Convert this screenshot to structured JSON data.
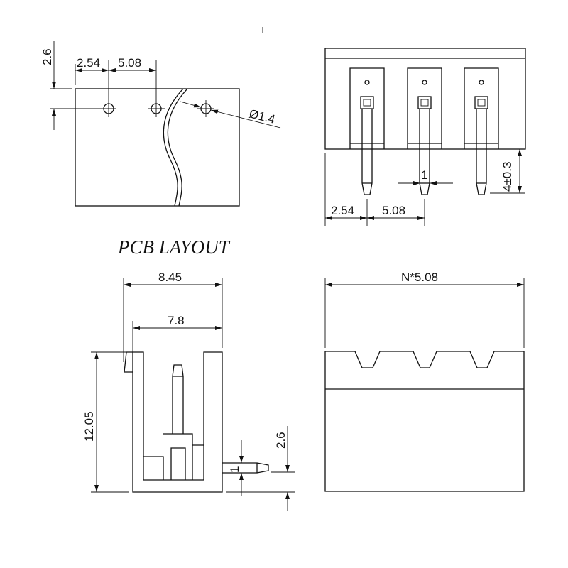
{
  "pcb_layout": {
    "title": "PCB LAYOUT",
    "dim_pitch_first": "2.54",
    "dim_pitch": "5.08",
    "dim_edge": "2.6",
    "dim_hole": "Ø1.4"
  },
  "front_view": {
    "dim_first": "2.54",
    "dim_pitch": "5.08",
    "dim_pin_width": "1",
    "dim_pin_length": "4±0.3"
  },
  "side_view": {
    "dim_total_width": "8.45",
    "dim_body_width": "7.8",
    "dim_height": "12.05",
    "dim_pin_offset": "2.6",
    "dim_pin_thickness": "1"
  },
  "top_view": {
    "dim_length": "N*5.08"
  },
  "colors": {
    "line": "#111111",
    "background": "#ffffff"
  }
}
